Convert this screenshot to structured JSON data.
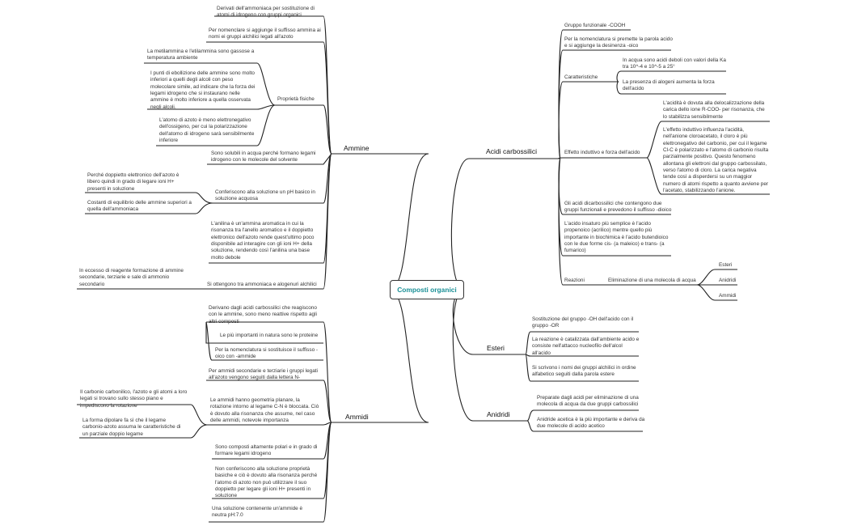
{
  "root": "Composti organici",
  "branches": {
    "ammine": "Ammine",
    "acidi": "Acidi carbossilici",
    "ammidi": "Ammidi",
    "esteri": "Esteri",
    "anidridi": "Anidridi"
  },
  "ammine": {
    "n1": "Derivati dell'ammoniaca per sostituzione di atomi di idrogeno con gruppi organici",
    "n2": "Per nomenclare si aggiunge il suffisso ammina ai nomi ei gruppi alchilici legati all'azoto",
    "proprieta": "Proprietà fisiche",
    "p1": "La metilammina e l'etilammina sono gassose a temperatura ambiente",
    "p2": "I punti di ebollizione delle ammine sono molto inferiori a quelli degli alcoli con peso molecolare simile, ad indicare che la forza dei legami idrogeno che si instaurano nelle ammine è molto inferiore a quella osservata negli alcoli.",
    "p3": "L'atomo di azoto è meno elettronegativo dell'ossigeno, per cui la polarizzazione dell'atomo di idrogeno sarà sensibilmente inferiore",
    "n3": "Sono solubili in acqua perché formano legami idrogeno con le molecole del solvente",
    "n4": "Conferiscono alla soluzione un pH basico in soluzione acquosa",
    "n4a": "Perché doppietto elettronico dell'azoto è libero quindi in grado di legare ioni H+ presenti in soluzione",
    "n4b": "Costanti di equilibrio delle ammine superiori a quella dell'ammoniaca",
    "n5": "L'anilina è un'ammina aromatica in cui la risonanza tra l'anello aromatico e il doppietto elettronico dell'azoto rende quest'ultimo poco disponibile ad interagire con gli ioni H+ della soluzione, rendendo così l'anilina una base molto debole",
    "n6": "Si ottengono tra ammoniaca e alogenuri alchilici",
    "n6a": "In eccesso di reagente formazione di ammine secondarie, terziarie e sale di ammonio secondario"
  },
  "ammidi": {
    "n1": "Derivano dagli acidi carbossilici che reagiscono con le ammine, sono meno reattive rispetto agli altri composti",
    "n1a": "Le più importanti in natura sono le proteine",
    "n1b": "Per la nomenclatura si sostituisce il suffisso -oico con -ammide",
    "n2": "Per ammidi secondarie e terziarie i gruppi legati all'azoto vengono seguiti dalla lettera N-",
    "n3": "Le ammidi hanno geometria planare, la rotazione intorno al legame C-N è bloccata. Ciò è dovuto alla risonanza che assume, nel caso delle ammidi, notevole importanza",
    "n3a": "Il carbonio carbonilico, l'azoto e gli atomi a loro legati si trovano sullo stesso piano e impediscono la rotazione",
    "n3b": "La forma dipolare fa sì che il legame carbonio-azoto assuma le caratteristiche di un parziale doppio legame",
    "n4": "Sono composti altamente polari e in grado di formare legami idrogeno",
    "n5": "Non conferiscono alla soluzione proprietà basiche e ciò è dovuto alla risonanza perché l'atomo di azoto non può utilizzare il suo doppietto per legare gli ioni H+ presenti in soluzione",
    "n6": "Una soluzione contenente un'ammide è neutra pH:7.0"
  },
  "acidi": {
    "n1": "Gruppo funzionale -COOH",
    "n2": "Per la nomenclatura si premette la parola acido e si aggiunge la desinenza -oico",
    "caratteristiche": "Caratteristiche",
    "c1": "In acqua sono acidi deboli con valori della Ka tra 10^-4 e 10^-5 a 25°",
    "c2": "La presenza di alogeni aumenta la forza dell'acido",
    "effetto": "Effetto induttivo e forza dell'acido",
    "e1": "L'acidità è dovuta alla delocalizzazione della carica dello ione R-COO- per risonanza, che lo stabilizza sensibilmente",
    "e2": "L'effetto induttivo influenza l'acidità, nell'anione cloroacetato, il cloro è più elettronegativo del carbonio, per cui il legame Cl-C è polarizzato e l'atomo di carbonio risulta parzialmente positivo. Questo fenomeno allontana gli elettroni dal gruppo carbossilato, verso l'atomo di cloro. La carica negativa tende così a disperdersi su un maggior numero di atomi rispetto a quanto avviene per l'acetato, stabilizzando l'anione.",
    "n3": "Gli acidi dicarbossilici che contengono due gruppi funzionali e prevedono il suffisso -dioico",
    "n4": "L'acido insaturo più semplice è l'acido propenoico (acrilico) mentre quello più importante in biochimica è l'acido butendioico con le due forme cis- (a maleico) e trans- (a fumarico)",
    "reazioni": "Reazioni",
    "r1": "Eliminazione di una molecola di acqua",
    "r1a": "Esteri",
    "r1b": "Anidridi",
    "r1c": "Ammidi"
  },
  "esteri": {
    "n1": "Sostituzione del gruppo -OH dell'acido con il gruppo -OR",
    "n2": "La reazione è catalizzata dall'ambiente acido e consiste nell'attacco nucleofilo dell'alcol all'acido",
    "n3": "Si scrivono i nomi dei gruppi alchilici in ordine alfabetico seguiti dalla parola estere"
  },
  "anidridi": {
    "n1": "Preparate dagli acidi per eliminazione di una molecola di acqua da due gruppi carbossilici",
    "n2": "Anidride acetica è la più importante e deriva da due molecole di acido acetico"
  },
  "colors": {
    "line": "#222222",
    "root_text": "#1a8f96",
    "text": "#333333"
  }
}
